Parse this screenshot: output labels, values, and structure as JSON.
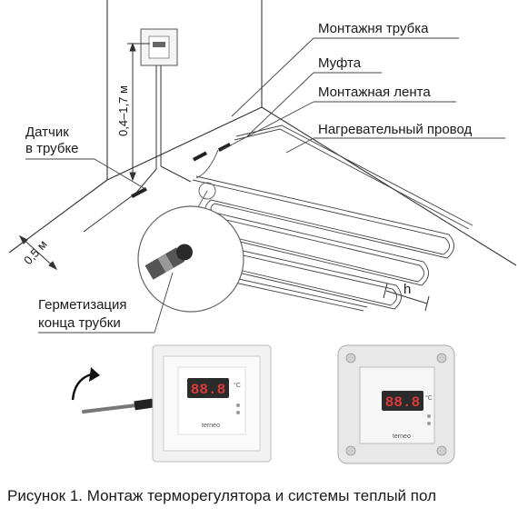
{
  "labels": {
    "mounting_tube": "Монтажня трубка",
    "coupling": "Муфта",
    "mounting_tape": "Монтажная лента",
    "heating_wire": "Нагревательный провод",
    "sensor_line1": "Датчик",
    "sensor_line2": "в трубке",
    "seal_line1": "Герметизация",
    "seal_line2": "конца трубки",
    "height_dim": "0,4–1,7 м",
    "offset_dim": "0,5 м",
    "step_dim": "h"
  },
  "device_a": {
    "display": "88.8",
    "unit": "°C",
    "brand": "terneo"
  },
  "device_b": {
    "display": "88.8",
    "unit": "°C",
    "brand": "terneo"
  },
  "caption": "Рисунок 1. Монтаж терморегулятора и системы теплый пол"
}
